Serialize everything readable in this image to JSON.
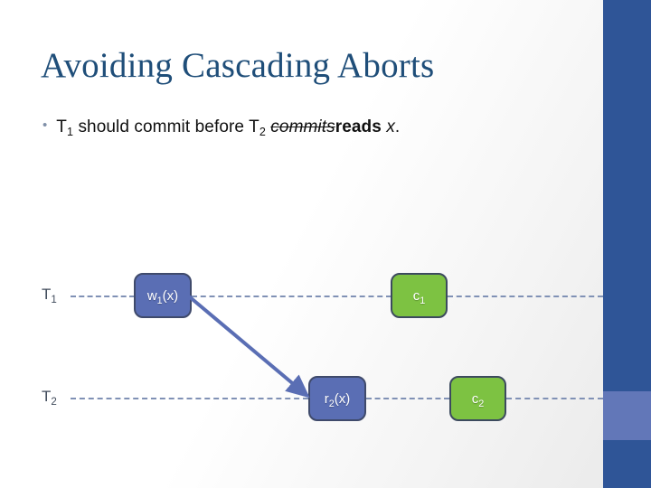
{
  "slide": {
    "title": "Avoiding Cascading Aborts",
    "background_color": "#ffffff",
    "accent_color": "#2F5597",
    "accent_light_color": "#6277B8",
    "title_color": "#1F4E79"
  },
  "bullet": {
    "marker": "•",
    "part1": "T",
    "sub1": "1",
    "part2": " should commit before T",
    "sub2": "2",
    "struck": "commits",
    "bold": "reads",
    "italic_var": "x",
    "period": "."
  },
  "diagram": {
    "timelines": [
      {
        "label": "T",
        "sub": "1"
      },
      {
        "label": "T",
        "sub": "2"
      }
    ],
    "boxes": [
      {
        "op": "w",
        "sub": "1",
        "arg": "(x)",
        "kind": "write",
        "color": "#5A6EB4"
      },
      {
        "op": "c",
        "sub": "1",
        "arg": "",
        "kind": "commit",
        "color": "#7DC242"
      },
      {
        "op": "r",
        "sub": "2",
        "arg": "(x)",
        "kind": "read",
        "color": "#5A6EB4"
      },
      {
        "op": "c",
        "sub": "2",
        "arg": "",
        "kind": "commit",
        "color": "#7DC242"
      }
    ],
    "dependency_arrow": {
      "from": "w1(x)",
      "to": "r2(x)",
      "color": "#5A6EB4"
    }
  }
}
